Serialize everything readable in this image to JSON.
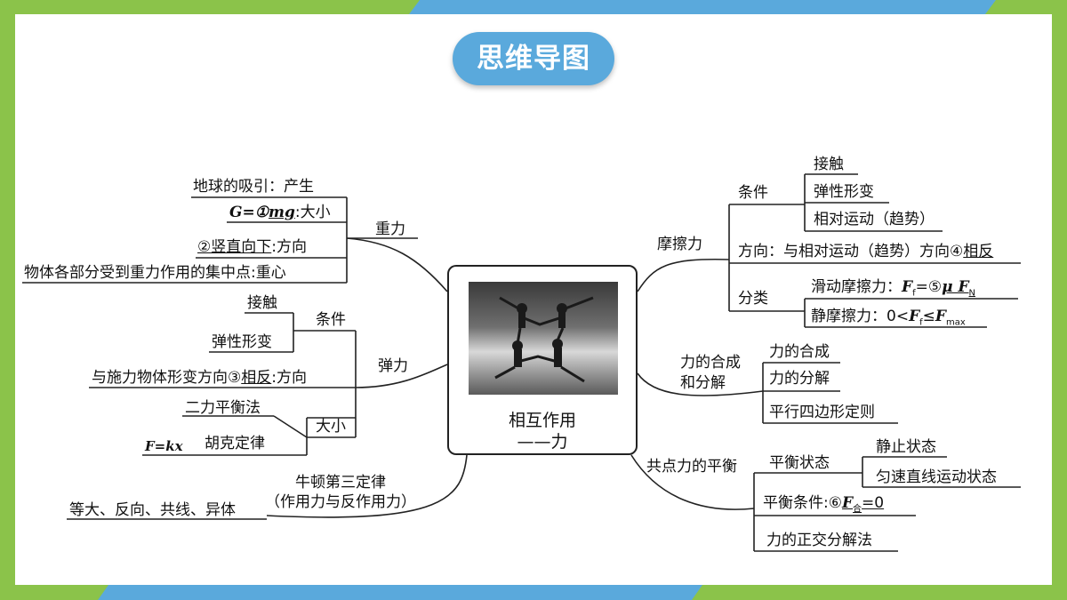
{
  "title": "思维导图",
  "center": {
    "line1": "相互作用",
    "line2": "——力"
  },
  "gravity": {
    "label": "重力",
    "produce": "地球的吸引：产生",
    "size_pre": "G=①",
    "size_ans": "mg",
    "size_post": ":大小",
    "dir_ans": "②竖直向下",
    "dir_post": ":方向",
    "center": "物体各部分受到重力作用的集中点:重心"
  },
  "elastic": {
    "label": "弹力",
    "cond": "条件",
    "contact": "接触",
    "deform": "弹性形变",
    "dir_pre": "与施力物体形变方向③",
    "dir_ans": "相反",
    "dir_post": ":方向",
    "size": "大小",
    "two_force": "二力平衡法",
    "hooke_formula": "F=kx",
    "hooke": "胡克定律"
  },
  "newton": {
    "line1": "牛顿第三定律",
    "line2": "（作用力与反作用力）",
    "props": "等大、反向、共线、异体"
  },
  "friction": {
    "label": "摩擦力",
    "cond": "条件",
    "contact": "接触",
    "deform": "弹性形变",
    "relmove": "相对运动（趋势）",
    "dir_pre": "方向：与相对运动（趋势）方向④",
    "dir_ans": "相反",
    "class": "分类",
    "sliding_pre": "滑动摩擦力：",
    "sliding_f": "F",
    "sliding_sub": "f",
    "sliding_mid": "=⑤",
    "sliding_ans": "μ F",
    "sliding_ans_sub": "N",
    "static_pre": "静摩擦力：0<",
    "static_f": "F",
    "static_sub": "f",
    "static_mid": "≤",
    "static_max": "F",
    "static_max_sub": "max"
  },
  "composition": {
    "label1": "力的合成",
    "label2": "和分解",
    "compose": "力的合成",
    "decompose": "力的分解",
    "parallelogram": "平行四边形定则"
  },
  "equilibrium": {
    "label": "共点力的平衡",
    "state": "平衡状态",
    "rest": "静止状态",
    "uniform": "匀速直线运动状态",
    "cond_pre": "平衡条件:⑥",
    "cond_f": "F",
    "cond_sub": "合",
    "cond_post": "=0",
    "orth": "力的正交分解法"
  }
}
